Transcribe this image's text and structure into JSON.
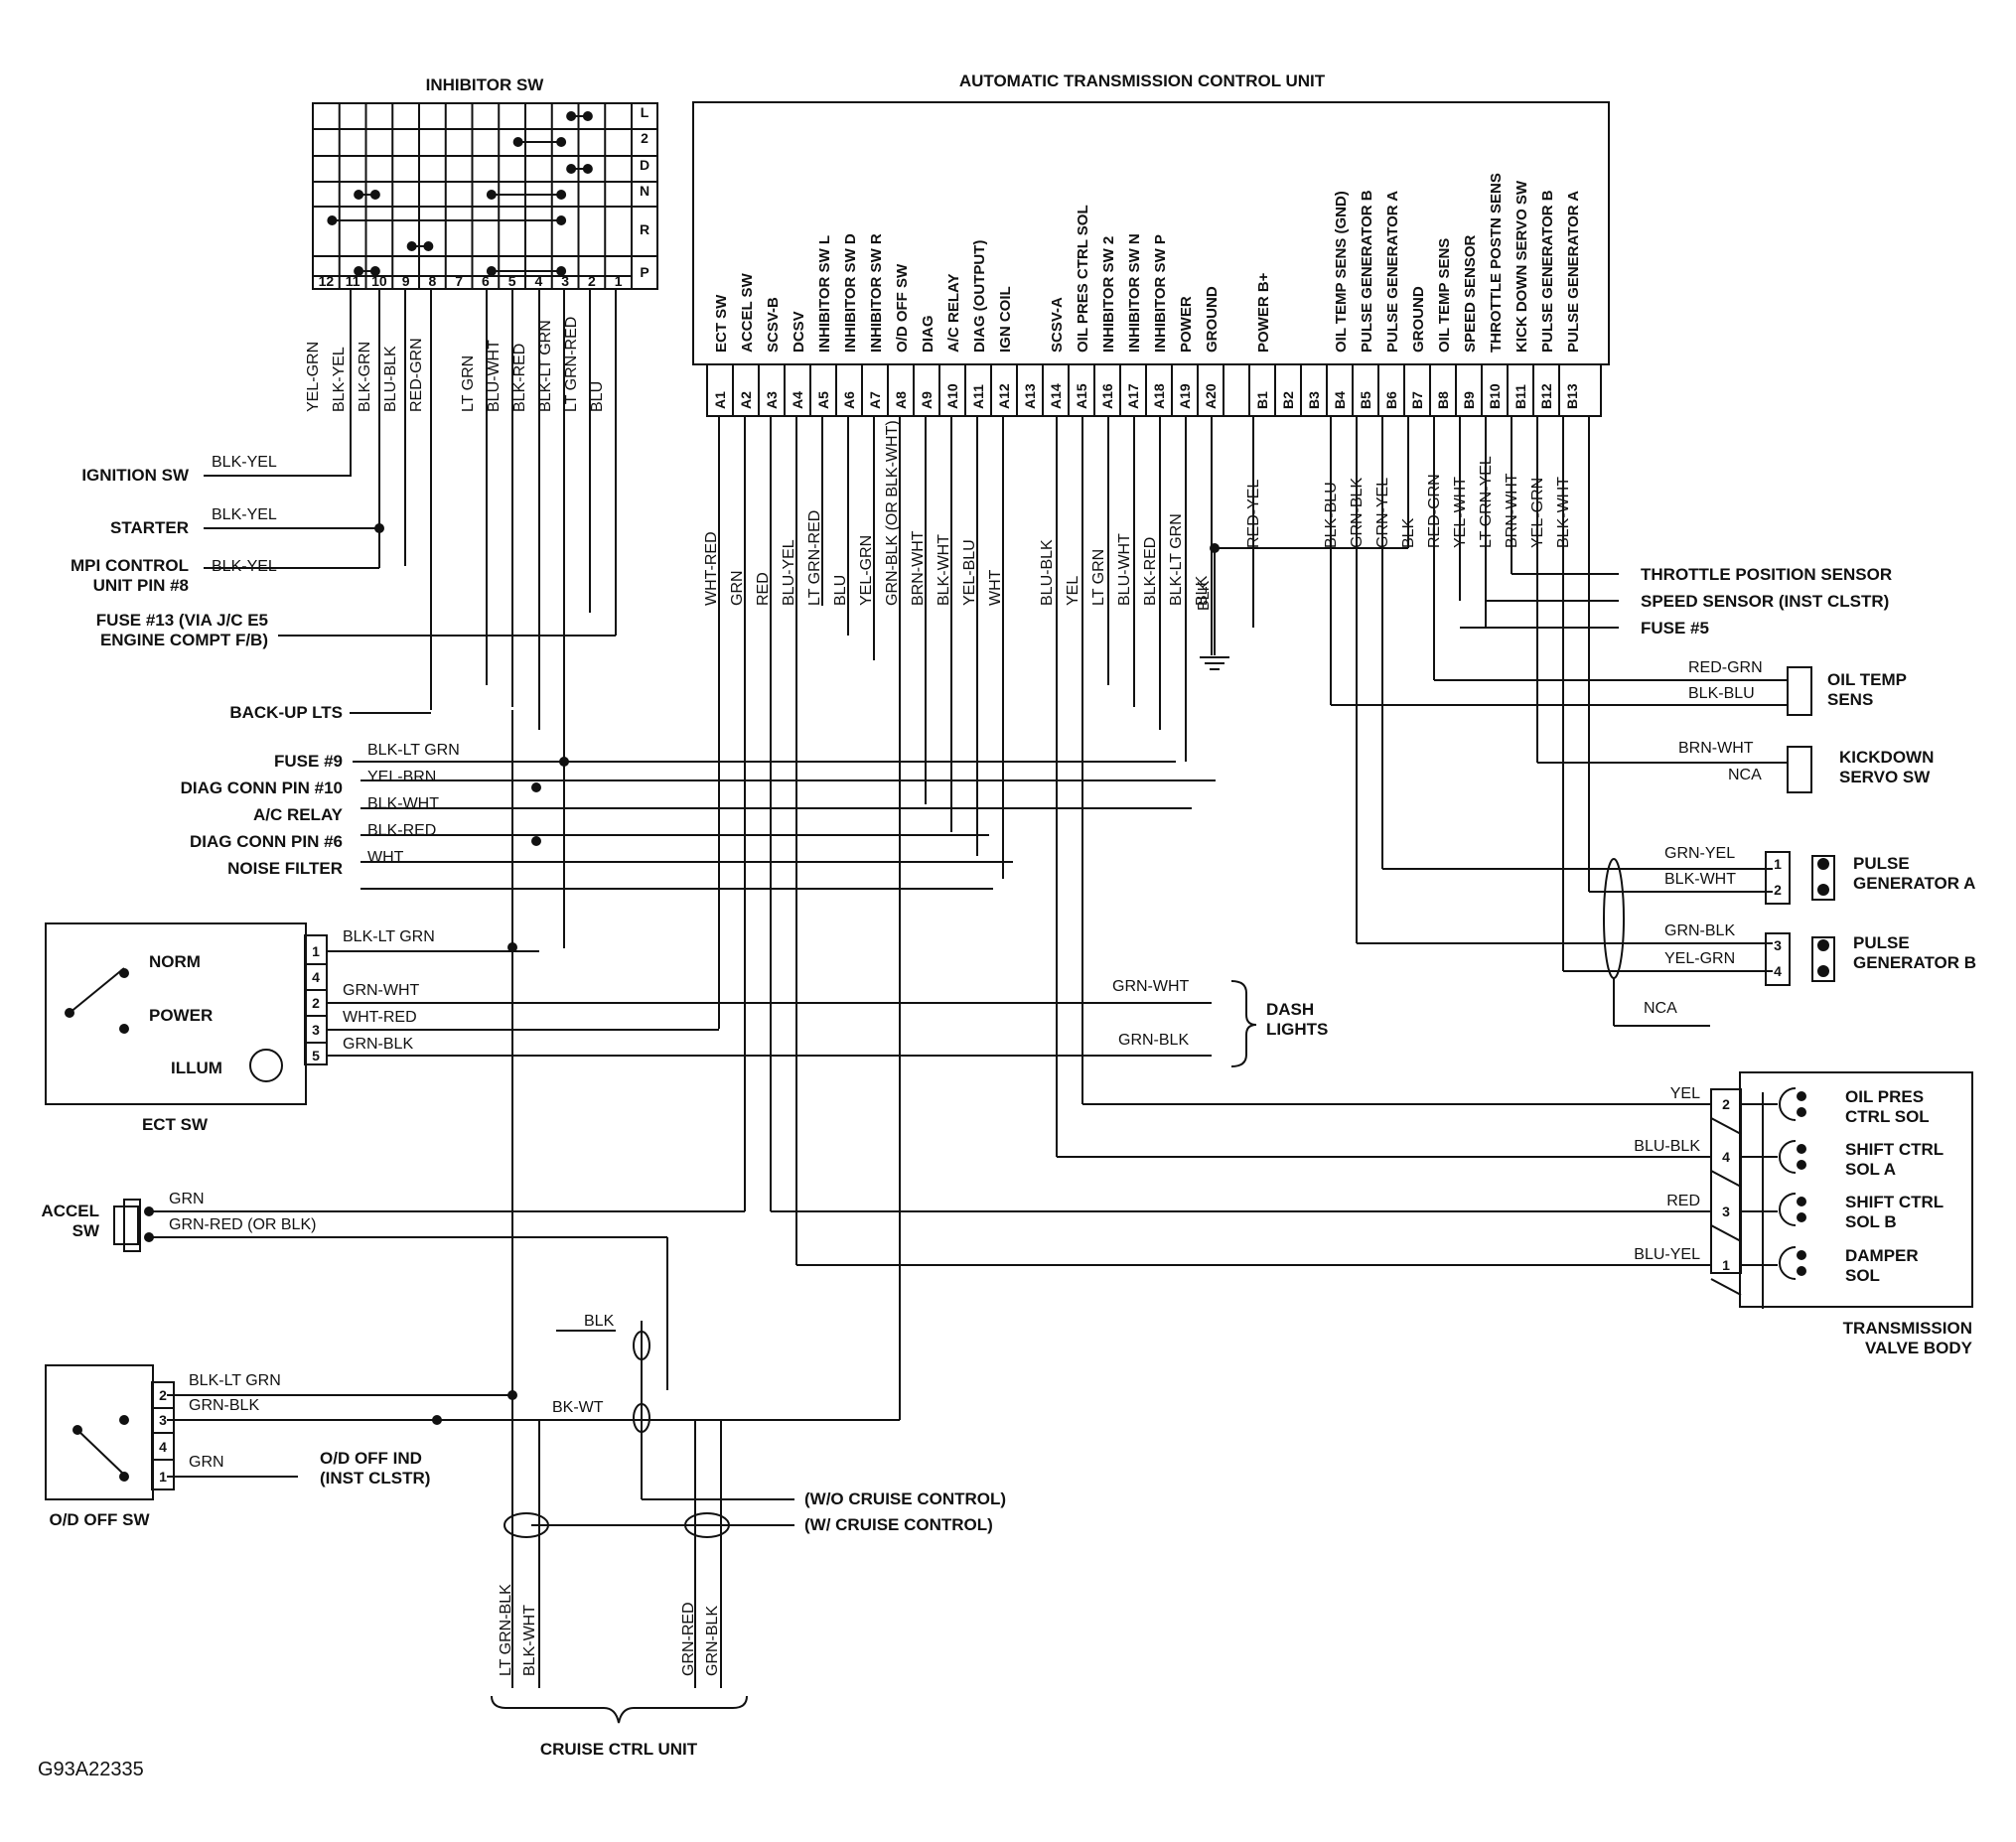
{
  "inhibitor": {
    "title": "INHIBITOR SW",
    "positions": [
      "L",
      "2",
      "D",
      "N",
      "R",
      "P"
    ],
    "pins": [
      "12",
      "11",
      "10",
      "9",
      "8",
      "7",
      "6",
      "5",
      "4",
      "3",
      "2",
      "1"
    ],
    "wires": [
      "YEL-GRN",
      "BLK-YEL",
      "BLK-GRN",
      "BLU-BLK",
      "RED-GRN",
      "LT GRN",
      "BLU-WHT",
      "BLK-RED",
      "BLK-LT GRN",
      "LT GRN-RED",
      "BLU"
    ]
  },
  "tcu": {
    "title": "AUTOMATIC TRANSMISSION CONTROL UNIT",
    "a_pins": [
      {
        "pin": "A1",
        "func": "ECT SW",
        "wire": "WHT-RED"
      },
      {
        "pin": "A2",
        "func": "ACCEL SW",
        "wire": "GRN"
      },
      {
        "pin": "A3",
        "func": "SCSV-B",
        "wire": "RED"
      },
      {
        "pin": "A4",
        "func": "DCSV",
        "wire": "BLU-YEL"
      },
      {
        "pin": "A5",
        "func": "INHIBITOR SW L",
        "wire": "LT GRN-RED"
      },
      {
        "pin": "A6",
        "func": "INHIBITOR SW D",
        "wire": "BLU"
      },
      {
        "pin": "A7",
        "func": "INHIBITOR SW R",
        "wire": "YEL-GRN"
      },
      {
        "pin": "A8",
        "func": "O/D OFF SW",
        "wire": "GRN-BLK (OR BLK-WHT)"
      },
      {
        "pin": "A9",
        "func": "DIAG",
        "wire": "BRN-WHT"
      },
      {
        "pin": "A10",
        "func": "A/C RELAY",
        "wire": "BLK-WHT"
      },
      {
        "pin": "A11",
        "func": "DIAG (OUTPUT)",
        "wire": "YEL-BLU"
      },
      {
        "pin": "A12",
        "func": "IGN COIL",
        "wire": "WHT"
      },
      {
        "pin": "A13",
        "func": "",
        "wire": ""
      },
      {
        "pin": "A14",
        "func": "SCSV-A",
        "wire": "BLU-BLK"
      },
      {
        "pin": "A15",
        "func": "OIL PRES CTRL SOL",
        "wire": "YEL"
      },
      {
        "pin": "A16",
        "func": "INHIBITOR SW 2",
        "wire": "LT GRN"
      },
      {
        "pin": "A17",
        "func": "INHIBITOR SW N",
        "wire": "BLU-WHT"
      },
      {
        "pin": "A18",
        "func": "INHIBITOR SW P",
        "wire": "BLK-RED"
      },
      {
        "pin": "A19",
        "func": "POWER",
        "wire": "BLK-LT GRN"
      },
      {
        "pin": "A20",
        "func": "GROUND",
        "wire": "BLK"
      }
    ],
    "b_pins": [
      {
        "pin": "B1",
        "func": "POWER B+",
        "wire": "RED-YEL"
      },
      {
        "pin": "B2",
        "func": "",
        "wire": ""
      },
      {
        "pin": "B3",
        "func": "",
        "wire": ""
      },
      {
        "pin": "B4",
        "func": "OIL TEMP SENS (GND)",
        "wire": "BLK-BLU"
      },
      {
        "pin": "B5",
        "func": "PULSE GENERATOR B",
        "wire": "GRN-BLK"
      },
      {
        "pin": "B6",
        "func": "PULSE GENERATOR A",
        "wire": "GRN-YEL"
      },
      {
        "pin": "B7",
        "func": "GROUND",
        "wire": "BLK"
      },
      {
        "pin": "B8",
        "func": "OIL TEMP SENS",
        "wire": "RED-GRN"
      },
      {
        "pin": "B9",
        "func": "SPEED SENSOR",
        "wire": "YEL-WHT"
      },
      {
        "pin": "B10",
        "func": "THROTTLE POSTN SENS",
        "wire": "LT GRN-YEL"
      },
      {
        "pin": "B11",
        "func": "KICK DOWN SERVO SW",
        "wire": "BRN-WHT"
      },
      {
        "pin": "B12",
        "func": "PULSE GENERATOR B",
        "wire": "YEL-GRN"
      },
      {
        "pin": "B13",
        "func": "PULSE GENERATOR A",
        "wire": "BLK-WHT"
      }
    ],
    "ground_wire": "BLK"
  },
  "left_labels": {
    "ignition": "IGNITION SW",
    "ignition_wire": "BLK-YEL",
    "starter": "STARTER",
    "starter_wire": "BLK-YEL",
    "mpi_1": "MPI CONTROL",
    "mpi_2": "UNIT PIN #8",
    "mpi_wire": "BLK-YEL",
    "fuse13_1": "FUSE #13 (VIA J/C E5",
    "fuse13_2": "ENGINE COMPT F/B)",
    "backup": "BACK-UP LTS",
    "fuse9": "FUSE #9",
    "fuse9_wire": "BLK-LT GRN",
    "diag10": "DIAG CONN PIN #10",
    "diag10_wire": "YEL-BRN",
    "ac": "A/C RELAY",
    "ac_wire": "BLK-WHT",
    "diag6": "DIAG CONN PIN #6",
    "diag6_wire": "BLK-RED",
    "noise": "NOISE FILTER",
    "noise_wire": "WHT"
  },
  "ect": {
    "title": "ECT SW",
    "norm": "NORM",
    "power": "POWER",
    "illum": "ILLUM",
    "pins": [
      "1",
      "4",
      "2",
      "3",
      "5"
    ],
    "wire1": "BLK-LT GRN",
    "wire2": "GRN-WHT",
    "wire3": "WHT-RED",
    "wire5": "GRN-BLK"
  },
  "dash": {
    "label_1": "DASH",
    "label_2": "LIGHTS",
    "wire_a": "GRN-WHT",
    "wire_b": "GRN-BLK"
  },
  "accel": {
    "title_1": "ACCEL",
    "title_2": "SW",
    "wire_a": "GRN",
    "wire_b": "GRN-RED (OR BLK)"
  },
  "od": {
    "title": "O/D OFF SW",
    "pins": [
      "2",
      "3",
      "4",
      "1"
    ],
    "wire2": "BLK-LT GRN",
    "wire3": "GRN-BLK",
    "wire1": "GRN",
    "ind_1": "O/D OFF IND",
    "ind_2": "(INST CLSTR)",
    "blk": "BLK",
    "bkwt": "BK-WT"
  },
  "cruise": {
    "without": "(W/O CRUISE CONTROL)",
    "with": "(W/ CRUISE CONTROL)",
    "unit": "CRUISE CTRL UNIT",
    "wires": [
      "LT GRN-BLK",
      "BLK-WHT",
      "GRN-RED",
      "GRN-BLK"
    ]
  },
  "right": {
    "tps": "THROTTLE POSITION SENSOR",
    "speed": "SPEED SENSOR (INST CLSTR)",
    "fuse5": "FUSE #5",
    "oiltemp_1": "OIL TEMP",
    "oiltemp_2": "SENS",
    "oiltemp_w1": "RED-GRN",
    "oiltemp_w2": "BLK-BLU",
    "kick_1": "KICKDOWN",
    "kick_2": "SERVO SW",
    "kick_w1": "BRN-WHT",
    "kick_w2": "NCA",
    "pga_1": "PULSE",
    "pga_2": "GENERATOR A",
    "pga_w1": "GRN-YEL",
    "pga_w2": "BLK-WHT",
    "pgb_1": "PULSE",
    "pgb_2": "GENERATOR B",
    "pgb_w1": "GRN-BLK",
    "pgb_w2": "YEL-GRN",
    "pg_pins": [
      "1",
      "2",
      "3",
      "4"
    ],
    "nca": "NCA"
  },
  "valve": {
    "title_1": "TRANSMISSION",
    "title_2": "VALVE BODY",
    "pins": [
      "2",
      "4",
      "3",
      "1"
    ],
    "wires": [
      "YEL",
      "BLU-BLK",
      "RED",
      "BLU-YEL"
    ],
    "sol": [
      [
        "OIL PRES",
        "CTRL SOL"
      ],
      [
        "SHIFT CTRL",
        "SOL A"
      ],
      [
        "SHIFT CTRL",
        "SOL B"
      ],
      [
        "DAMPER",
        "SOL"
      ]
    ]
  },
  "figure_id": "G93A22335"
}
